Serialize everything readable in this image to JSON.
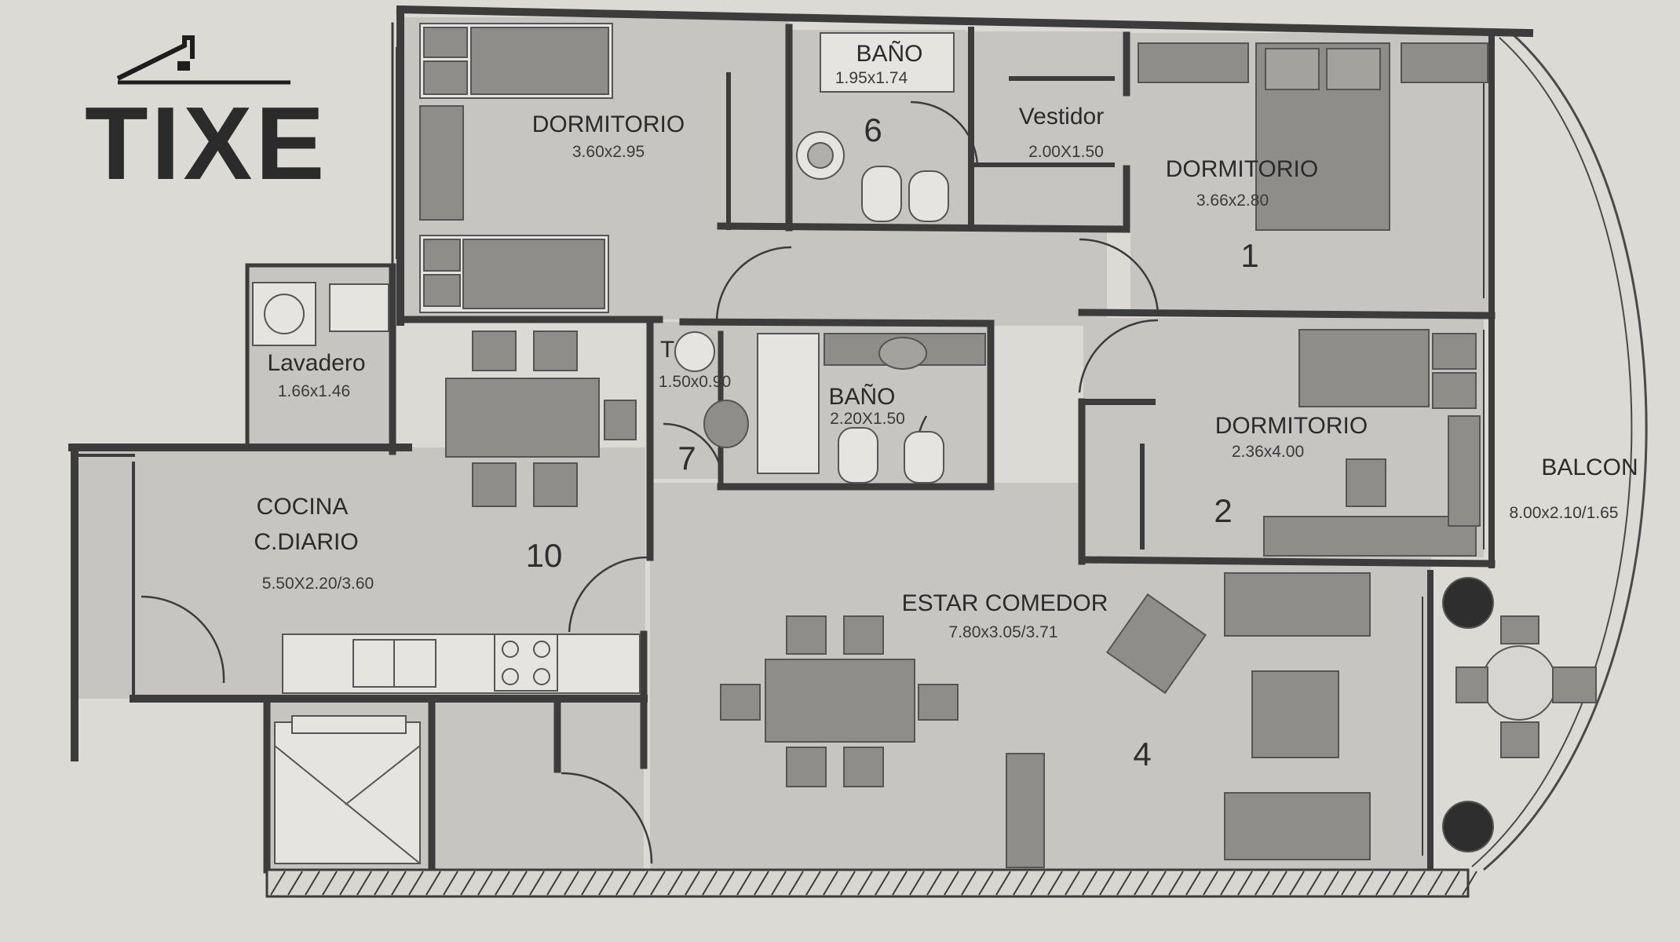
{
  "logo": {
    "text": "TIXE"
  },
  "rooms": [
    {
      "id": "dorm-left",
      "name": "DORMITORIO",
      "dims": "3.60x2.95"
    },
    {
      "id": "bano-6",
      "name": "BAÑO",
      "dims": "1.95x1.74"
    },
    {
      "id": "vestidor",
      "name": "Vestidor",
      "dims": "2.00X1.50"
    },
    {
      "id": "dorm-1",
      "name": "DORMITORIO",
      "dims": "3.66x2.80"
    },
    {
      "id": "lavadero",
      "name": "Lavadero",
      "dims": "1.66x1.46"
    },
    {
      "id": "toilette",
      "name": "T",
      "dims": "1.50x0.90"
    },
    {
      "id": "bano-center",
      "name": "BAÑO",
      "dims": "2.20X1.50"
    },
    {
      "id": "dorm-2",
      "name": "DORMITORIO",
      "dims": "2.36x4.00"
    },
    {
      "id": "balcon",
      "name": "BALCON",
      "dims": "8.00x2.10/1.65"
    },
    {
      "id": "cocina",
      "name": "COCINA",
      "name2": "C.DIARIO",
      "dims": "5.50X2.20/3.60"
    },
    {
      "id": "estar",
      "name": "ESTAR COMEDOR",
      "dims": "7.80x3.05/3.71"
    }
  ],
  "numbers": {
    "n1": "1",
    "n2": "2",
    "n4": "4",
    "n6": "6",
    "n7": "7",
    "n10": "10"
  },
  "colors": {
    "paper": "#d9d7d2",
    "floor": "#c4c3bf",
    "wall": "#3b3b3b",
    "furniture": "#8f8e8a",
    "ink": "#2b2b2b"
  }
}
